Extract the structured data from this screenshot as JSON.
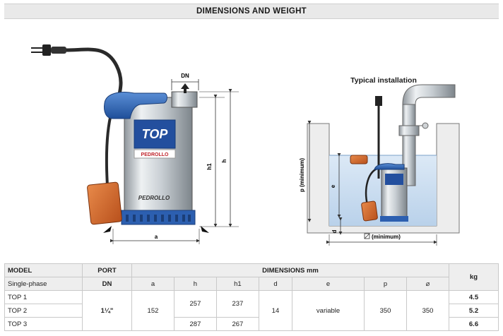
{
  "title": "DIMENSIONS AND WEIGHT",
  "installation_caption": "Typical installation",
  "pump_label_top": "TOP",
  "pump_brand": "PEDROLLO",
  "dim_labels": {
    "dn": "DN",
    "h1": "h1",
    "h": "h",
    "a": "a",
    "e": "e",
    "p_min": "p (minimum)",
    "d": "d",
    "diam_min": "(minimum)"
  },
  "table": {
    "model_header": "MODEL",
    "phase_label": "Single-phase",
    "port_header": "PORT",
    "port_sub": "DN",
    "dimensions_header": "DIMENSIONS mm",
    "kg_header": "kg",
    "columns": [
      "a",
      "h",
      "h1",
      "d",
      "e",
      "p",
      "⌀"
    ],
    "models": [
      "TOP 1",
      "TOP 2",
      "TOP 3"
    ],
    "port_value": "1¼\"",
    "a": "152",
    "h_top12": "257",
    "h_top3": "287",
    "h1_top12": "237",
    "h1_top3": "267",
    "d": "14",
    "e": "variable",
    "p": "350",
    "diam": "350",
    "kg": [
      "4.5",
      "5.2",
      "6.6"
    ]
  }
}
